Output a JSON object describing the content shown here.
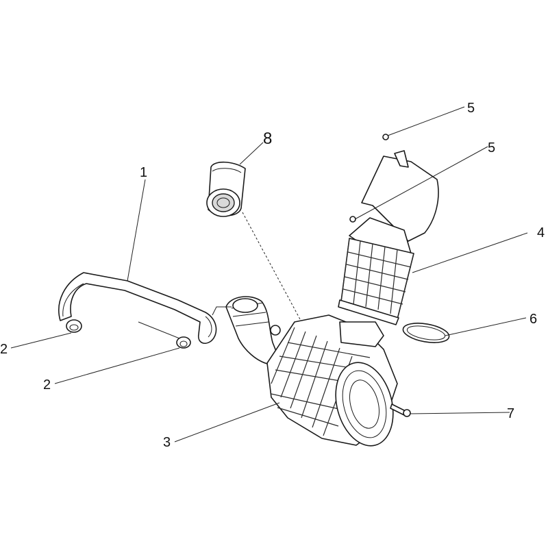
{
  "callouts": [
    {
      "id": "1",
      "label": "1"
    },
    {
      "id": "2a",
      "label": "2"
    },
    {
      "id": "2b",
      "label": "2"
    },
    {
      "id": "3",
      "label": "3"
    },
    {
      "id": "4",
      "label": "4"
    },
    {
      "id": "5a",
      "label": "5"
    },
    {
      "id": "5b",
      "label": "5"
    },
    {
      "id": "6",
      "label": "6"
    },
    {
      "id": "7",
      "label": "7"
    },
    {
      "id": "8",
      "label": "8"
    }
  ]
}
